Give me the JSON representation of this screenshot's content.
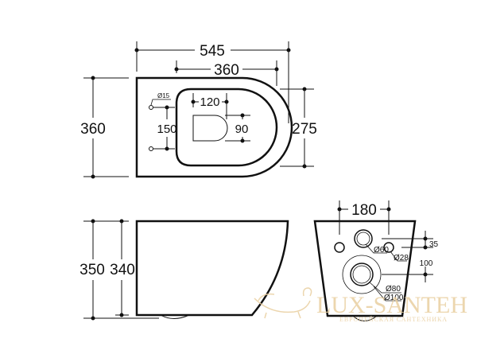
{
  "top_view": {
    "overall_length": "545",
    "inner_length": "360",
    "overall_width": "360",
    "seat_width": "275",
    "fixing_hole_diameter": "Ø15",
    "fixing_hole_spacing": "150",
    "outlet_offset": "120",
    "outlet_width": "90"
  },
  "side_view": {
    "total_height": "350",
    "bowl_height": "340"
  },
  "rear_view": {
    "bolt_spacing": "180",
    "inlet_diameter": "Ø60",
    "bolt_hole_diameter": "Ø28",
    "offset_top": "35",
    "offset_outlet": "100",
    "outlet_inner_diameter": "Ø80",
    "outlet_outer_diameter": "Ø100"
  },
  "watermark": {
    "brand": "LUX-SANTEH",
    "tagline": "ЕВРОПЕЙСКАЯ САНТЕХНИКА",
    "color": "#e9cfa0"
  },
  "colors": {
    "line": "#111111",
    "background": "#ffffff"
  }
}
